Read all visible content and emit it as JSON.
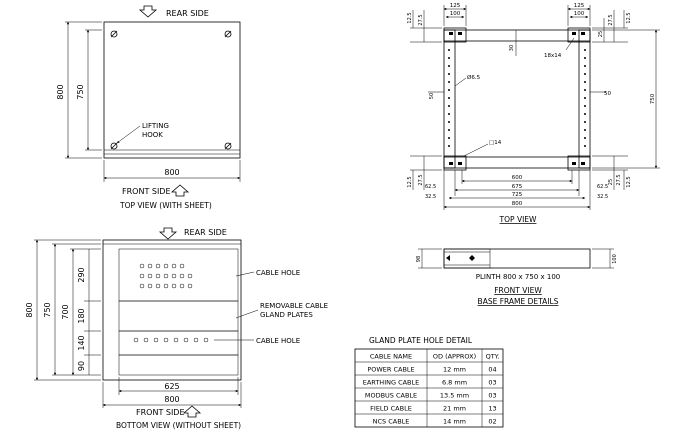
{
  "top_view": {
    "rear_side": "REAR SIDE",
    "front_side": "FRONT SIDE",
    "caption": "TOP VIEW (WITH SHEET)",
    "dim_outer": "800",
    "dim_inner": "750",
    "dim_width": "800",
    "lifting_hook_1": "LIFTING",
    "lifting_hook_2": "HOOK"
  },
  "bottom_view": {
    "rear_side": "REAR SIDE",
    "front_side": "FRONT SIDE",
    "caption": "BOTTOM VIEW (WITHOUT SHEET)",
    "dim_outer": "800",
    "dim_inner": "750",
    "dim_mid": "700",
    "dim_290": "290",
    "dim_180": "180",
    "dim_140": "140",
    "dim_90": "90",
    "dim_625": "625",
    "dim_800": "800",
    "cable_hole_1": "CABLE HOLE",
    "gland_1": "REMOVABLE CABLE",
    "gland_2": "GLAND PLATES",
    "cable_hole_2": "CABLE HOLE"
  },
  "frame_top": {
    "d125_l": "125",
    "d100_l": "100",
    "d125_r": "125",
    "d100_r": "100",
    "d12_5_tl": "12.5",
    "d27_5_tl": "27.5",
    "d25_tr": "25",
    "d27_5_tr": "27.5",
    "d12_5_tr": "12.5",
    "d30_top": "30",
    "slot": "18x14",
    "hole": "Ø6.5",
    "d50_l": "50",
    "d50_r": "50",
    "d750": "750",
    "d14": "□14",
    "d600": "600",
    "d675": "675",
    "d725": "725",
    "d800": "800",
    "d12_5_bl": "12.5",
    "d27_5_bl": "27.5",
    "d62_5_l": "62.5",
    "d32_5_l": "32.5",
    "d62_5_r": "62.5",
    "d32_5_r": "32.5",
    "d25_br": "25",
    "d27_5_br": "27.5",
    "d12_5_br": "12.5",
    "caption": "TOP VIEW"
  },
  "frame_front": {
    "d98": "98",
    "d100": "100",
    "plinth": "PLINTH 800 x 750 x 100",
    "caption1": "FRONT VIEW",
    "caption2": "BASE FRAME DETAILS"
  },
  "gland_table": {
    "title": "GLAND PLATE HOLE DETAIL",
    "headers": [
      "CABLE NAME",
      "OD (APPROX)",
      "QTY."
    ],
    "rows": [
      [
        "POWER CABLE",
        "12 mm",
        "04"
      ],
      [
        "EARTHING CABLE",
        "6.8 mm",
        "03"
      ],
      [
        "MODBUS CABLE",
        "13.5 mm",
        "03"
      ],
      [
        "FIELD CABLE",
        "21 mm",
        "13"
      ],
      [
        "NCS CABLE",
        "14 mm",
        "02"
      ]
    ]
  }
}
